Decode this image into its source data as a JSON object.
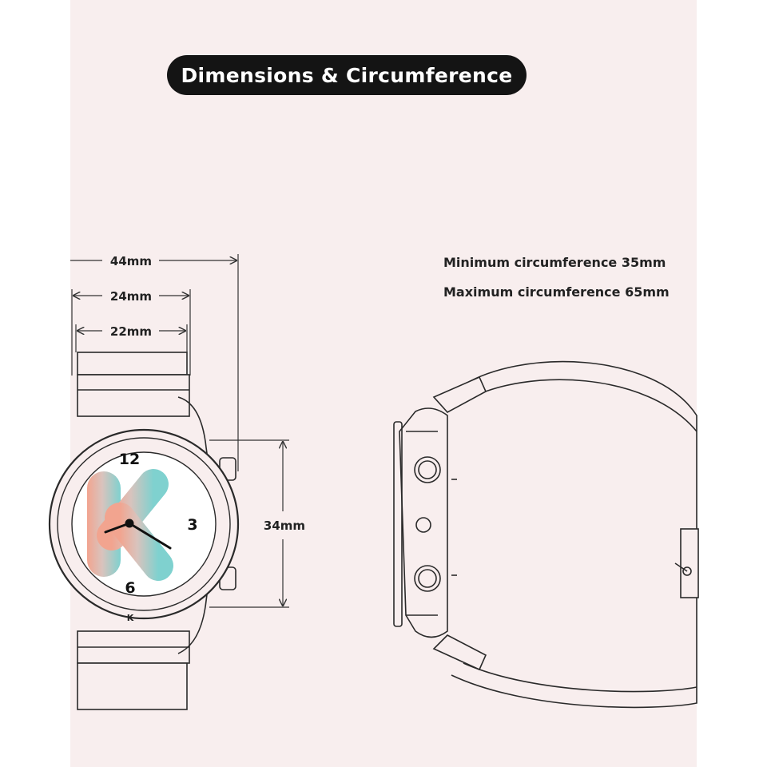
{
  "title": "Dimensions & Circumference",
  "specs": {
    "min_circumference": "Minimum circumference 35mm",
    "max_circumference": "Maximum circumference 65mm"
  },
  "dimensions": {
    "width_44": "44mm",
    "width_24": "24mm",
    "width_22": "22mm",
    "height_34": "34mm"
  },
  "dial": {
    "n12": "12",
    "n3": "3",
    "n6": "6",
    "brand_mark": "K"
  },
  "colors": {
    "background": "#f8eeee",
    "line": "#2a2a2a",
    "title_bg": "#141414",
    "title_text": "#ffffff"
  }
}
